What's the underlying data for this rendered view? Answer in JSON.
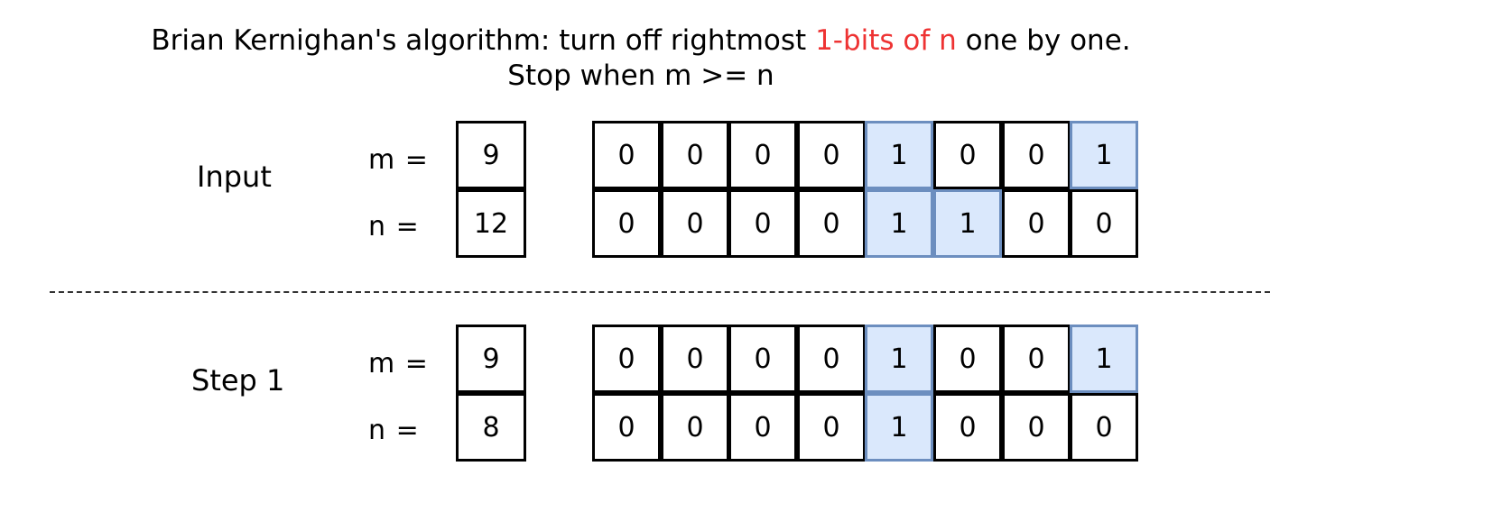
{
  "title": {
    "line1_prefix": "Brian Kernighan's algorithm: turn off rightmost ",
    "line1_highlight": "1-bits of n",
    "line1_suffix": " one by one.",
    "line2": "Stop when m >= n",
    "highlight_color": "#ee3333"
  },
  "colors": {
    "cell_highlight_fill": "#dae8fc",
    "cell_highlight_border": "#6c8ebf"
  },
  "sections": [
    {
      "label": "Input",
      "rows": [
        {
          "label": "m",
          "eq": "=",
          "decimal": "9",
          "bits": [
            "0",
            "0",
            "0",
            "0",
            "1",
            "0",
            "0",
            "1"
          ],
          "highlight": [
            false,
            false,
            false,
            false,
            true,
            false,
            false,
            true
          ]
        },
        {
          "label": "n",
          "eq": "=",
          "decimal": "12",
          "bits": [
            "0",
            "0",
            "0",
            "0",
            "1",
            "1",
            "0",
            "0"
          ],
          "highlight": [
            false,
            false,
            false,
            false,
            true,
            true,
            false,
            false
          ]
        }
      ]
    },
    {
      "label": "Step 1",
      "rows": [
        {
          "label": "m",
          "eq": "=",
          "decimal": "9",
          "bits": [
            "0",
            "0",
            "0",
            "0",
            "1",
            "0",
            "0",
            "1"
          ],
          "highlight": [
            false,
            false,
            false,
            false,
            true,
            false,
            false,
            true
          ]
        },
        {
          "label": "n",
          "eq": "=",
          "decimal": "8",
          "bits": [
            "0",
            "0",
            "0",
            "0",
            "1",
            "0",
            "0",
            "0"
          ],
          "highlight": [
            false,
            false,
            false,
            false,
            true,
            false,
            false,
            false
          ]
        }
      ]
    }
  ]
}
